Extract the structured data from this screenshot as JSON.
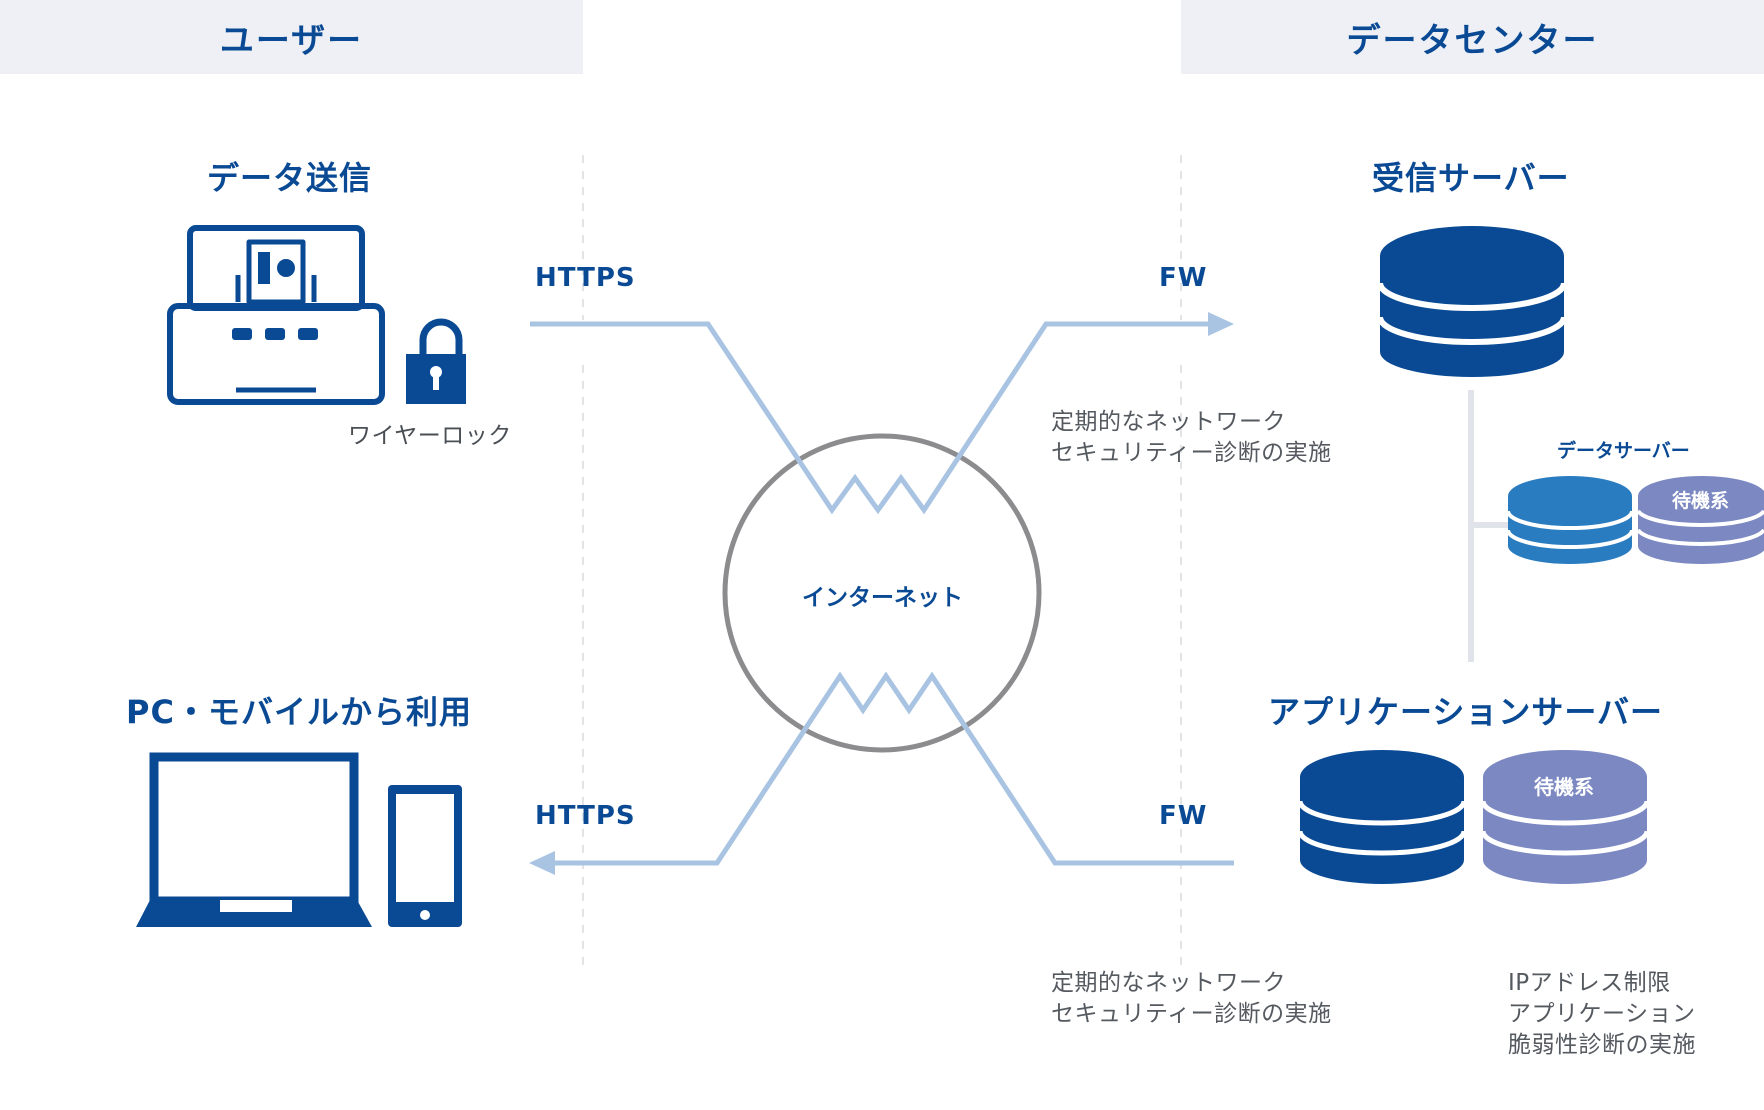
{
  "headers": {
    "user": "ユーザー",
    "datacenter": "データセンター"
  },
  "user_side": {
    "data_send_title": "データ送信",
    "wire_lock_label": "ワイヤーロック",
    "pc_mobile_title": "PC・モバイルから利用"
  },
  "connections": {
    "top_left_protocol": "HTTPS",
    "bottom_left_protocol": "HTTPS",
    "top_right_label": "FW",
    "bottom_right_label": "FW",
    "internet_label": "インターネット"
  },
  "notes": {
    "top_security": [
      "定期的なネットワーク",
      "セキュリティー診断の実施"
    ],
    "bottom_security": [
      "定期的なネットワーク",
      "セキュリティー診断の実施"
    ],
    "app_security": [
      "IPアドレス制限",
      "アプリケーション",
      "脆弱性診断の実施"
    ]
  },
  "datacenter": {
    "receive_server_title": "受信サーバー",
    "data_server_title": "データサーバー",
    "standby_label_data": "待機系",
    "app_server_title": "アプリケーションサーバー",
    "standby_label_app": "待機系"
  },
  "colors": {
    "primary_navy": "#0a4a94",
    "mid_blue": "#2a7cc0",
    "standby_purple": "#7b88c2",
    "link_line": "#a9c4e2",
    "header_band": "#eef0f5",
    "circle_gray": "#8c8c8f",
    "note_text": "#555a60"
  },
  "icons": [
    "scanner-icon",
    "padlock-icon",
    "laptop-icon",
    "smartphone-icon",
    "database-icon",
    "arrow-right-icon",
    "arrow-left-icon"
  ]
}
